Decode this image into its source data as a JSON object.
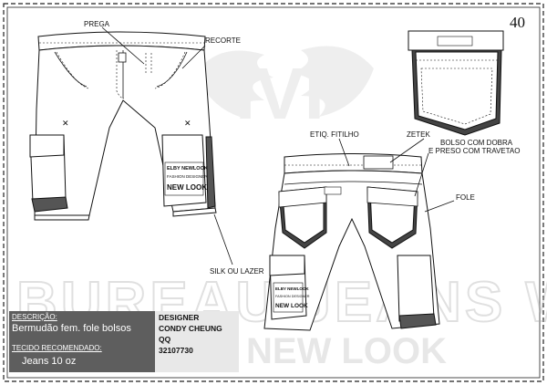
{
  "sheet": {
    "page_number": "40",
    "watermark_text": "BUREAU JEANS WEAR",
    "watermark_sub": "NEW LOOK"
  },
  "callouts": {
    "prega": "PREGA",
    "recorte": "RECORTE",
    "silk": "SILK OU LAZER",
    "etiq": "ETIQ. FITILHO",
    "zetek": "ZETEK",
    "bolso_line1": "BOLSO COM DOBRA",
    "bolso_line2": "E PRESO COM TRAVETAO",
    "fole": "FOLE"
  },
  "print_art": {
    "line1": "ELBY NEWLOOK",
    "line2": "FASHION DESIGNER",
    "line3": "NEW LOOK"
  },
  "info": {
    "descricao_label": "DESCRIÇÃO:",
    "descricao_value": "Bermudão fem. fole bolsos",
    "tecido_label": "TECIDO RECOMENDADO:",
    "tecido_value": "Jeans 10 oz",
    "designer_label": "DESIGNER",
    "designer_name": "CONDY CHEUNG",
    "qq_label": "QQ",
    "qq_value": "32107730"
  }
}
